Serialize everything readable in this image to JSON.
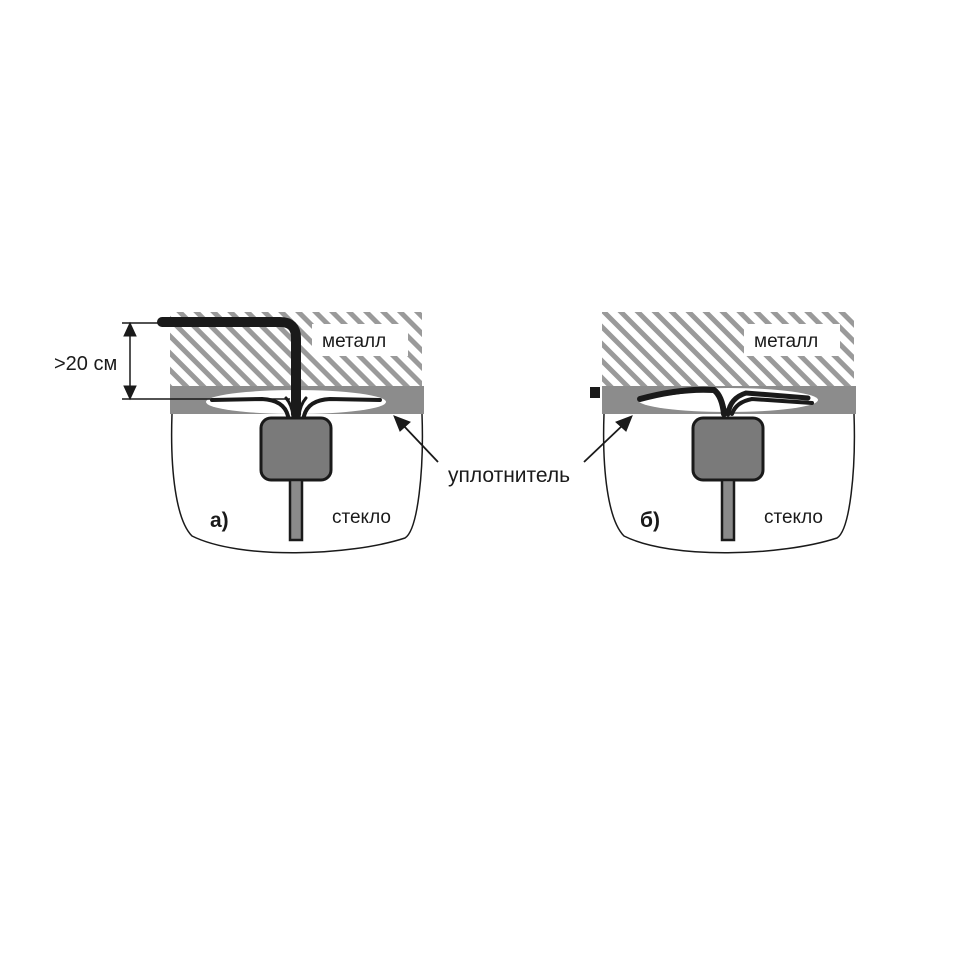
{
  "labels": {
    "metal_a": "металл",
    "metal_b": "металл",
    "glass_a": "стекло",
    "glass_b": "стекло",
    "sealant": "уплотнитель",
    "distance": ">20 см",
    "panel_a": "а)",
    "panel_b": "б)"
  },
  "colors": {
    "hatch": "#9a9a9a",
    "seal_band": "#8c8c8c",
    "antenna_body": "#7a7a7a",
    "cable": "#1a1a1a",
    "outline": "#1a1a1a"
  }
}
